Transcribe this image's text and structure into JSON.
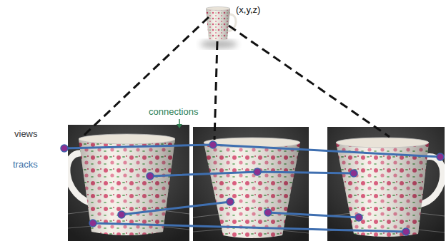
{
  "diagram": {
    "labels": [
      "(x,y,z)",
      "connections",
      "views",
      "tracks"
    ]
  }
}
